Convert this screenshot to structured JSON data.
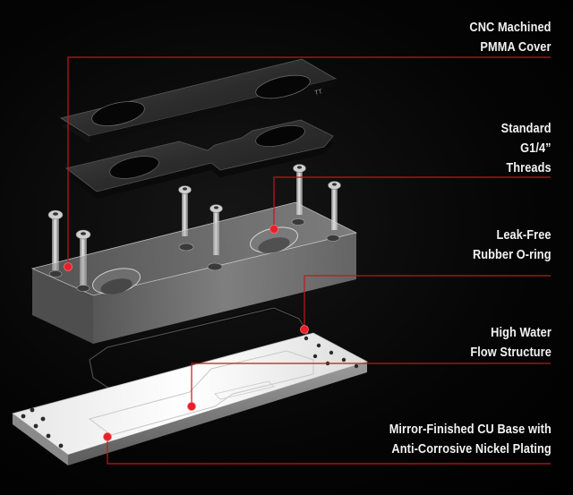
{
  "callouts": [
    {
      "id": "cover",
      "lines": [
        "CNC Machined",
        "PMMA Cover"
      ]
    },
    {
      "id": "threads",
      "lines": [
        "Standard",
        "G1/4”",
        "Threads"
      ]
    },
    {
      "id": "oring",
      "lines": [
        "Leak-Free",
        "Rubber O-ring"
      ]
    },
    {
      "id": "flow",
      "lines": [
        "High Water",
        "Flow Structure"
      ]
    },
    {
      "id": "base",
      "lines": [
        "Mirror-Finished CU Base with",
        "Anti-Corrosive Nickel Plating"
      ]
    }
  ],
  "colors": {
    "background": "#000000",
    "callout_line": "#c4161c",
    "callout_dot": "#e8202a",
    "label_text": "#f2f2f2"
  }
}
